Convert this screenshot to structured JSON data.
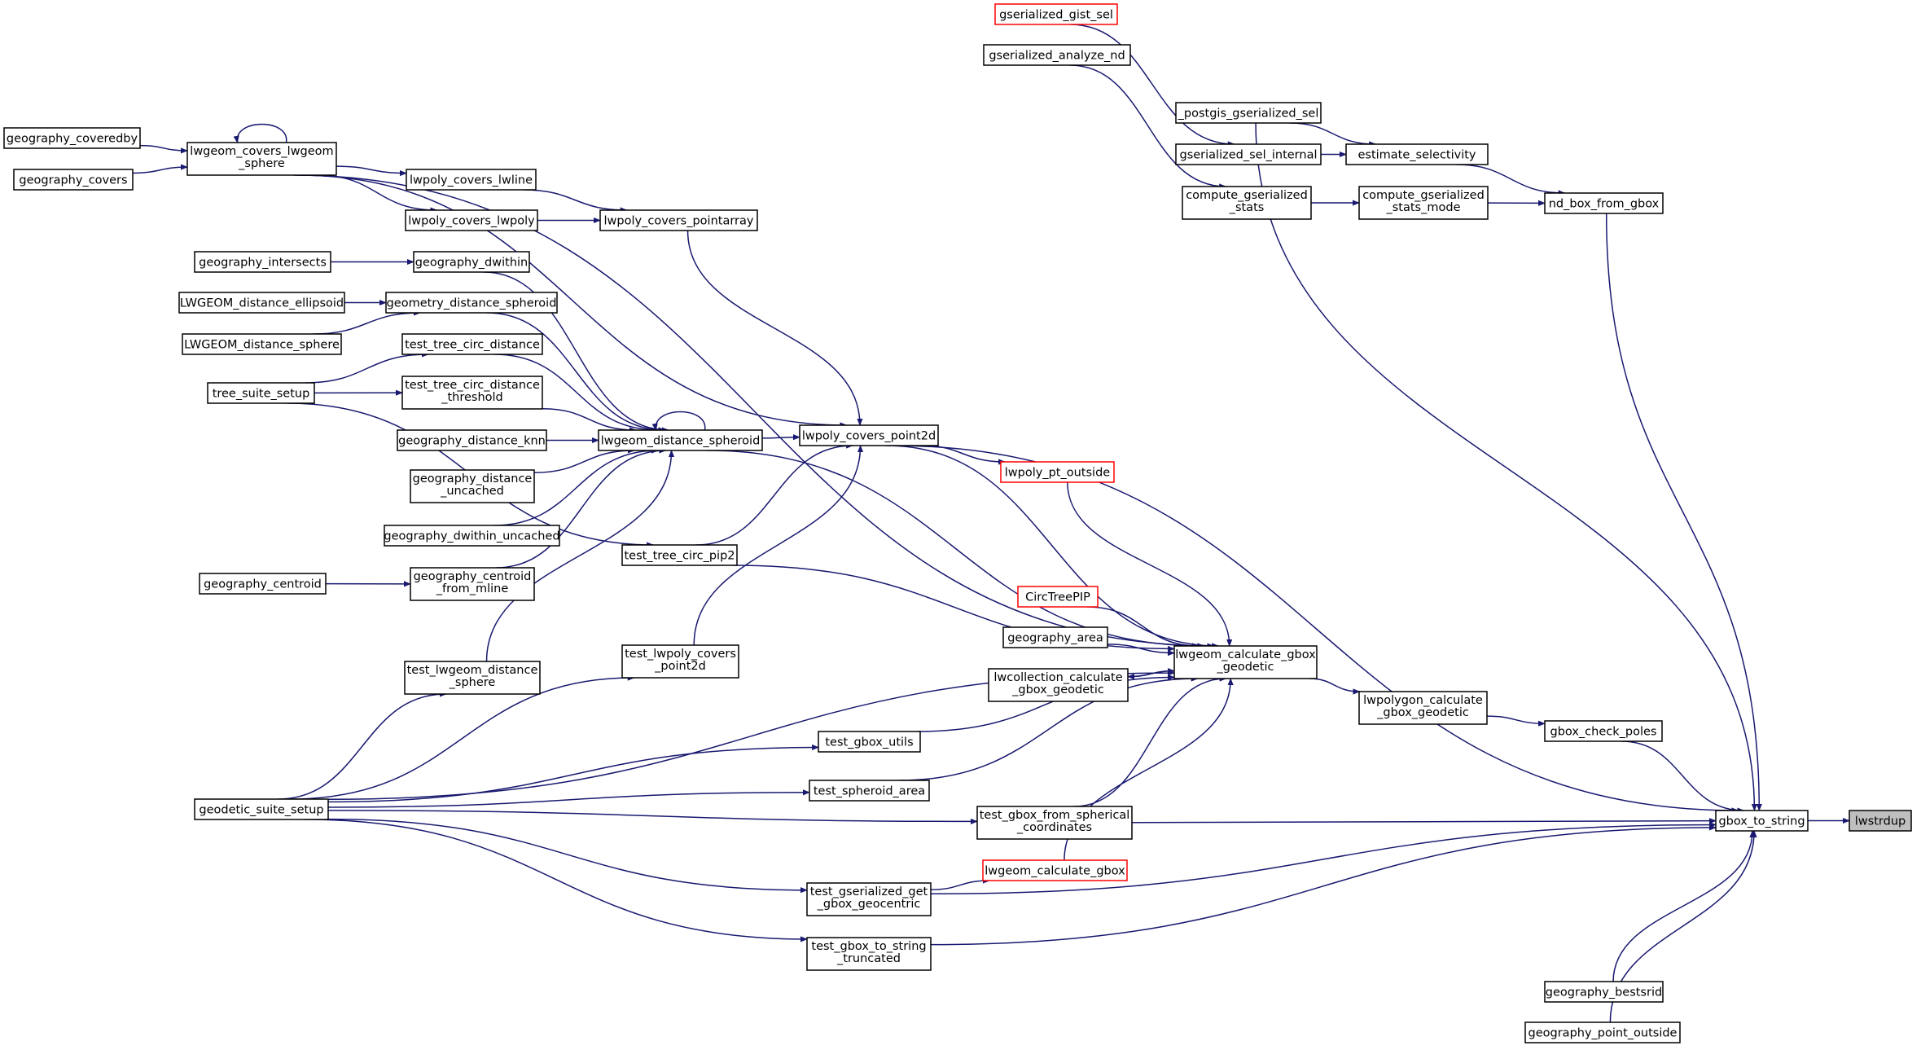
{
  "graph": {
    "type": "caller-graph",
    "edge_color": "#191970",
    "node_border_color": "#000000",
    "truncated_node_border_color": "#ff0000",
    "focus_node_fill": "#bfbfbf",
    "nodes": {
      "lwstrdup": [
        "lwstrdup"
      ],
      "gbox_to_string": [
        "gbox_to_string"
      ],
      "nd_box_from_gbox": [
        "nd_box_from_gbox"
      ],
      "gbox_check_poles": [
        "gbox_check_poles"
      ],
      "lwpolygon_calculate_gbox_geodetic": [
        "lwpolygon_calculate",
        "_gbox_geodetic"
      ],
      "lwgeom_calculate_gbox_geodetic": [
        "lwgeom_calculate_gbox",
        "_geodetic"
      ],
      "estimate_selectivity": [
        "estimate_selectivity"
      ],
      "compute_gserialized_stats_mode": [
        "compute_gserialized",
        "_stats_mode"
      ],
      "gserialized_gist_sel": [
        "gserialized_gist_sel"
      ],
      "gserialized_analyze_nd": [
        "gserialized_analyze_nd"
      ],
      "_postgis_gserialized_sel": [
        "_postgis_gserialized_sel"
      ],
      "gserialized_sel_internal": [
        "gserialized_sel_internal"
      ],
      "compute_gserialized_stats": [
        "compute_gserialized",
        "_stats"
      ],
      "geography_bestsrid": [
        "geography_bestsrid"
      ],
      "geography_point_outside": [
        "geography_point_outside"
      ],
      "lwpoly_covers_point2d": [
        "lwpoly_covers_point2d"
      ],
      "lwpoly_pt_outside": [
        "lwpoly_pt_outside"
      ],
      "CircTreePIP": [
        "CircTreePIP"
      ],
      "geography_area": [
        "geography_area"
      ],
      "lwcollection_calculate_gbox_geodetic": [
        "lwcollection_calculate",
        "_gbox_geodetic"
      ],
      "test_gbox_from_spherical_coordinates": [
        "test_gbox_from_spherical",
        "_coordinates"
      ],
      "lwgeom_calculate_gbox": [
        "lwgeom_calculate_gbox"
      ],
      "test_gserialized_get_gbox_geocentric": [
        "test_gserialized_get",
        "_gbox_geocentric"
      ],
      "test_gbox_to_string_truncated": [
        "test_gbox_to_string",
        "_truncated"
      ],
      "test_gbox_utils": [
        "test_gbox_utils"
      ],
      "test_spheroid_area": [
        "test_spheroid_area"
      ],
      "lwgeom_covers_lwgeom_sphere": [
        "lwgeom_covers_lwgeom",
        "_sphere"
      ],
      "lwpoly_covers_lwline": [
        "lwpoly_covers_lwline"
      ],
      "lwpoly_covers_lwpoly": [
        "lwpoly_covers_lwpoly"
      ],
      "lwpoly_covers_pointarray": [
        "lwpoly_covers_pointarray"
      ],
      "lwgeom_distance_spheroid": [
        "lwgeom_distance_spheroid"
      ],
      "test_tree_circ_pip2": [
        "test_tree_circ_pip2"
      ],
      "test_lwpoly_covers_point2d": [
        "test_lwpoly_covers",
        "_point2d"
      ],
      "geography_coveredby": [
        "geography_coveredby"
      ],
      "geography_covers": [
        "geography_covers"
      ],
      "geography_intersects": [
        "geography_intersects"
      ],
      "geography_dwithin": [
        "geography_dwithin"
      ],
      "LWGEOM_distance_ellipsoid": [
        "LWGEOM_distance_ellipsoid"
      ],
      "geometry_distance_spheroid": [
        "geometry_distance_spheroid"
      ],
      "LWGEOM_distance_sphere": [
        "LWGEOM_distance_sphere"
      ],
      "test_tree_circ_distance": [
        "test_tree_circ_distance"
      ],
      "tree_suite_setup": [
        "tree_suite_setup"
      ],
      "test_tree_circ_distance_threshold": [
        "test_tree_circ_distance",
        "_threshold"
      ],
      "geography_distance_knn": [
        "geography_distance_knn"
      ],
      "geography_distance_uncached": [
        "geography_distance",
        "_uncached"
      ],
      "geography_dwithin_uncached": [
        "geography_dwithin_uncached"
      ],
      "geography_centroid": [
        "geography_centroid"
      ],
      "geography_centroid_from_mline": [
        "geography_centroid",
        "_from_mline"
      ],
      "test_lwgeom_distance_sphere": [
        "test_lwgeom_distance",
        "_sphere"
      ],
      "geodetic_suite_setup": [
        "geodetic_suite_setup"
      ]
    },
    "edges": [
      [
        "gbox_to_string",
        "lwstrdup"
      ],
      [
        "nd_box_from_gbox",
        "gbox_to_string"
      ],
      [
        "gbox_check_poles",
        "gbox_to_string"
      ],
      [
        "lwpolygon_calculate_gbox_geodetic",
        "gbox_check_poles"
      ],
      [
        "lwgeom_calculate_gbox_geodetic",
        "lwpolygon_calculate_gbox_geodetic"
      ],
      [
        "estimate_selectivity",
        "nd_box_from_gbox"
      ],
      [
        "compute_gserialized_stats_mode",
        "nd_box_from_gbox"
      ],
      [
        "_postgis_gserialized_sel",
        "estimate_selectivity"
      ],
      [
        "gserialized_sel_internal",
        "estimate_selectivity"
      ],
      [
        "gserialized_gist_sel",
        "gserialized_sel_internal"
      ],
      [
        "compute_gserialized_stats",
        "compute_gserialized_stats_mode"
      ],
      [
        "gserialized_analyze_nd",
        "compute_gserialized_stats"
      ],
      [
        "_postgis_gserialized_sel",
        "gbox_to_string"
      ],
      [
        "geography_bestsrid",
        "gbox_to_string"
      ],
      [
        "geography_point_outside",
        "gbox_to_string"
      ],
      [
        "lwpoly_covers_point2d",
        "gbox_to_string"
      ],
      [
        "test_gbox_from_spherical_coordinates",
        "gbox_to_string"
      ],
      [
        "test_gserialized_get_gbox_geocentric",
        "gbox_to_string"
      ],
      [
        "test_gbox_to_string_truncated",
        "gbox_to_string"
      ],
      [
        "CircTreePIP",
        "lwgeom_calculate_gbox_geodetic"
      ],
      [
        "geography_area",
        "lwgeom_calculate_gbox_geodetic"
      ],
      [
        "lwcollection_calculate_gbox_geodetic",
        "lwgeom_calculate_gbox_geodetic"
      ],
      [
        "lwgeom_calculate_gbox_geodetic",
        "lwcollection_calculate_gbox_geodetic"
      ],
      [
        "lwpoly_pt_outside",
        "lwgeom_calculate_gbox_geodetic"
      ],
      [
        "lwpoly_covers_point2d",
        "lwgeom_calculate_gbox_geodetic"
      ],
      [
        "lwgeom_distance_spheroid",
        "lwgeom_calculate_gbox_geodetic"
      ],
      [
        "test_tree_circ_pip2",
        "lwgeom_calculate_gbox_geodetic"
      ],
      [
        "lwgeom_covers_lwgeom_sphere",
        "lwgeom_calculate_gbox_geodetic"
      ],
      [
        "test_gbox_utils",
        "lwgeom_calculate_gbox_geodetic"
      ],
      [
        "test_spheroid_area",
        "lwgeom_calculate_gbox_geodetic"
      ],
      [
        "test_gbox_from_spherical_coordinates",
        "lwgeom_calculate_gbox_geodetic"
      ],
      [
        "lwgeom_calculate_gbox",
        "lwgeom_calculate_gbox_geodetic"
      ],
      [
        "lwpoly_covers_point2d",
        "lwpoly_pt_outside"
      ],
      [
        "lwgeom_distance_spheroid",
        "lwpoly_covers_point2d"
      ],
      [
        "lwpoly_covers_pointarray",
        "lwpoly_covers_point2d"
      ],
      [
        "lwgeom_covers_lwgeom_sphere",
        "lwpoly_covers_point2d"
      ],
      [
        "test_tree_circ_pip2",
        "lwpoly_covers_point2d"
      ],
      [
        "test_lwpoly_covers_point2d",
        "lwpoly_covers_point2d"
      ],
      [
        "lwpoly_covers_lwline",
        "lwpoly_covers_pointarray"
      ],
      [
        "lwpoly_covers_lwpoly",
        "lwpoly_covers_pointarray"
      ],
      [
        "lwgeom_covers_lwgeom_sphere",
        "lwpoly_covers_lwline"
      ],
      [
        "lwgeom_covers_lwgeom_sphere",
        "lwpoly_covers_lwpoly"
      ],
      [
        "lwgeom_covers_lwgeom_sphere",
        "lwgeom_covers_lwgeom_sphere"
      ],
      [
        "geography_coveredby",
        "lwgeom_covers_lwgeom_sphere"
      ],
      [
        "geography_covers",
        "lwgeom_covers_lwgeom_sphere"
      ],
      [
        "geography_intersects",
        "geography_dwithin"
      ],
      [
        "LWGEOM_distance_ellipsoid",
        "geometry_distance_spheroid"
      ],
      [
        "LWGEOM_distance_sphere",
        "geometry_distance_spheroid"
      ],
      [
        "tree_suite_setup",
        "test_tree_circ_distance"
      ],
      [
        "tree_suite_setup",
        "test_tree_circ_distance_threshold"
      ],
      [
        "tree_suite_setup",
        "test_tree_circ_pip2"
      ],
      [
        "geography_dwithin",
        "lwgeom_distance_spheroid"
      ],
      [
        "geometry_distance_spheroid",
        "lwgeom_distance_spheroid"
      ],
      [
        "test_tree_circ_distance",
        "lwgeom_distance_spheroid"
      ],
      [
        "test_tree_circ_distance_threshold",
        "lwgeom_distance_spheroid"
      ],
      [
        "geography_distance_knn",
        "lwgeom_distance_spheroid"
      ],
      [
        "geography_distance_uncached",
        "lwgeom_distance_spheroid"
      ],
      [
        "geography_dwithin_uncached",
        "lwgeom_distance_spheroid"
      ],
      [
        "geography_centroid_from_mline",
        "lwgeom_distance_spheroid"
      ],
      [
        "test_lwgeom_distance_sphere",
        "lwgeom_distance_spheroid"
      ],
      [
        "lwgeom_distance_spheroid",
        "lwgeom_distance_spheroid"
      ],
      [
        "geography_centroid",
        "geography_centroid_from_mline"
      ],
      [
        "geodetic_suite_setup",
        "test_lwgeom_distance_sphere"
      ],
      [
        "geodetic_suite_setup",
        "test_lwpoly_covers_point2d"
      ],
      [
        "geodetic_suite_setup",
        "test_gbox_utils"
      ],
      [
        "geodetic_suite_setup",
        "test_spheroid_area"
      ],
      [
        "geodetic_suite_setup",
        "test_gbox_from_spherical_coordinates"
      ],
      [
        "geodetic_suite_setup",
        "test_gserialized_get_gbox_geocentric"
      ],
      [
        "geodetic_suite_setup",
        "test_gbox_to_string_truncated"
      ],
      [
        "geodetic_suite_setup",
        "lwgeom_calculate_gbox_geodetic"
      ],
      [
        "test_gserialized_get_gbox_geocentric",
        "lwgeom_calculate_gbox"
      ]
    ]
  }
}
